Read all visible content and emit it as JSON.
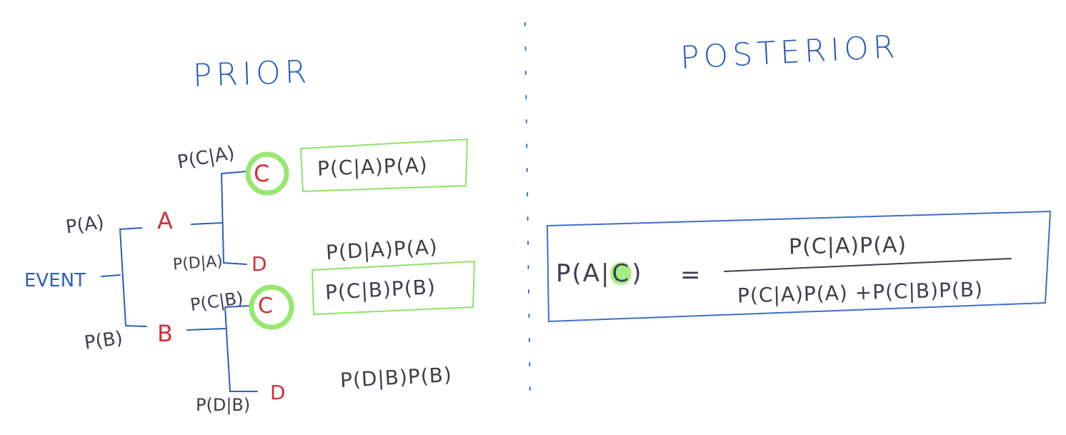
{
  "titles": {
    "prior": "PRIOR",
    "posterior": "POSTERIOR"
  },
  "tree": {
    "root": "EVENT",
    "branches": [
      {
        "prob": "P(A)",
        "node": "A",
        "children": [
          {
            "prob": "P(C|A)",
            "node": "C",
            "joint": "P(C|A)P(A)",
            "highlighted": true
          },
          {
            "prob": "P(D|A)",
            "node": "D",
            "joint": "P(D|A)P(A)",
            "highlighted": false
          }
        ]
      },
      {
        "prob": "P(B)",
        "node": "B",
        "children": [
          {
            "prob": "P(C|B)",
            "node": "C",
            "joint": "P(C|B)P(B)",
            "highlighted": true
          },
          {
            "prob": "P(D|B)",
            "node": "D",
            "joint": "P(D|B)P(B)",
            "highlighted": false
          }
        ]
      }
    ]
  },
  "posterior": {
    "lhs_prefix": "P(A|",
    "lhs_evidence": "C",
    "lhs_suffix": ")",
    "equals": "=",
    "numerator": "P(C|A)P(A)",
    "denominator": "P(C|A)P(A) +P(C|B)P(B)"
  },
  "colors": {
    "ink_blue": "#2b5fbd",
    "ink_red": "#d2303a",
    "ink_dark": "#3b3f4a",
    "highlight_green": "#97e870",
    "box_green": "#8fe36a",
    "box_blue": "#3f6fc9"
  }
}
